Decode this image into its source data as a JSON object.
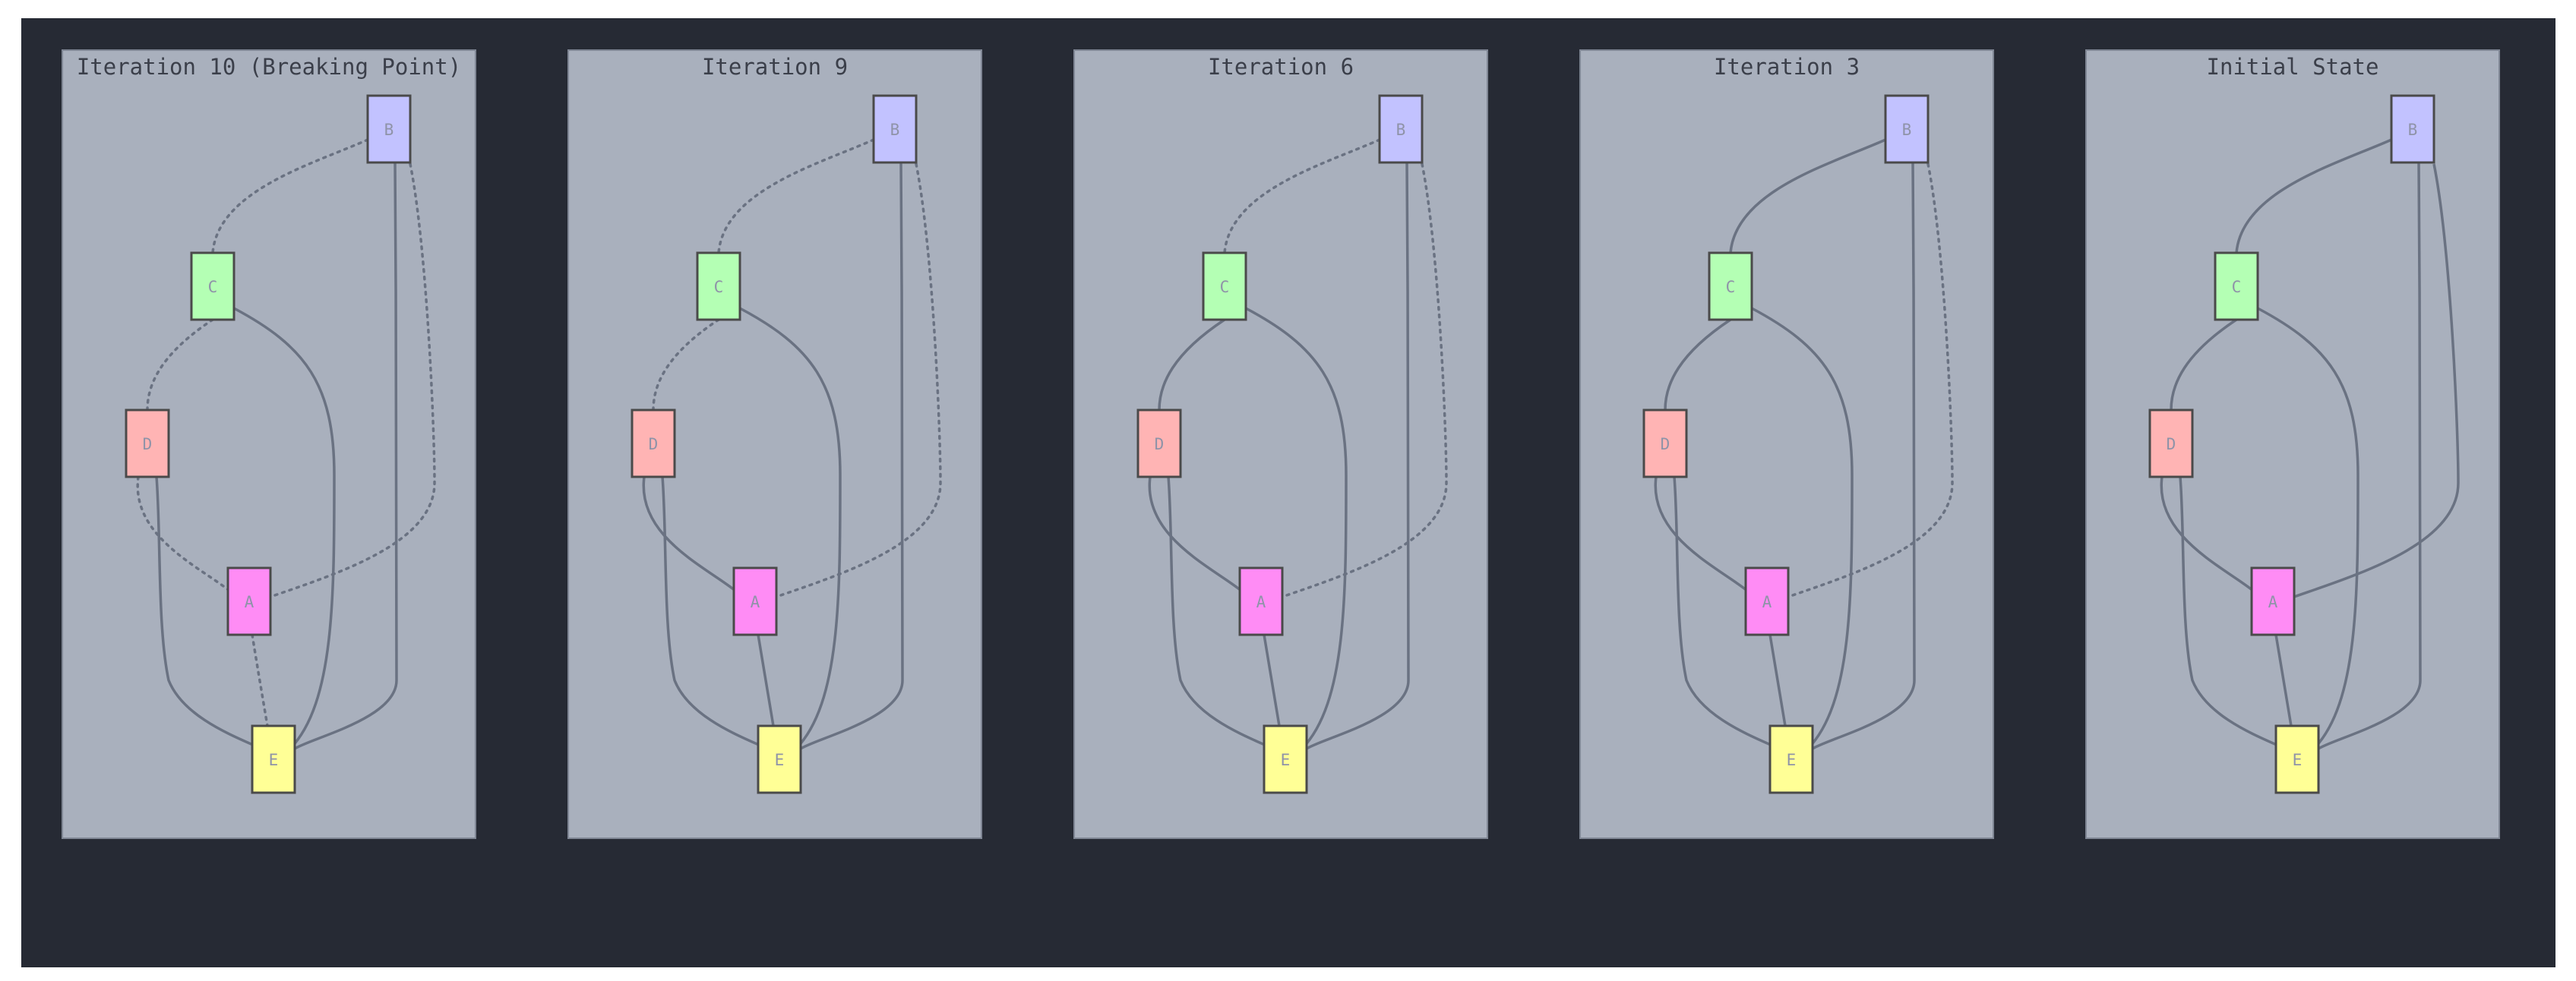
{
  "colors": {
    "background": "#262a34",
    "panel": "#a9b0bd",
    "panel_border": "#7f8694",
    "edge": "#6a7282",
    "node_stroke": "#4a4a4a",
    "label": "#8f93a8"
  },
  "node_colors": {
    "A": "#ff8cf5",
    "B": "#c2c2ff",
    "C": "#b4ffb4",
    "D": "#ffb4b4",
    "E": "#ffff96"
  },
  "panels": [
    {
      "title": "Iteration 10 (Breaking Point)",
      "edges": [
        {
          "from": "B",
          "to": "C",
          "style": "dotted"
        },
        {
          "from": "B",
          "to": "E",
          "style": "solid"
        },
        {
          "from": "B",
          "to": "A",
          "style": "dotted"
        },
        {
          "from": "C",
          "to": "D",
          "style": "dotted"
        },
        {
          "from": "C",
          "to": "E",
          "style": "solid"
        },
        {
          "from": "D",
          "to": "A",
          "style": "dotted"
        },
        {
          "from": "D",
          "to": "E",
          "style": "solid"
        },
        {
          "from": "A",
          "to": "E",
          "style": "dotted"
        }
      ]
    },
    {
      "title": "Iteration 9",
      "edges": [
        {
          "from": "B",
          "to": "C",
          "style": "dotted"
        },
        {
          "from": "B",
          "to": "E",
          "style": "solid"
        },
        {
          "from": "B",
          "to": "A",
          "style": "dotted"
        },
        {
          "from": "C",
          "to": "D",
          "style": "dotted"
        },
        {
          "from": "C",
          "to": "E",
          "style": "solid"
        },
        {
          "from": "D",
          "to": "A",
          "style": "solid"
        },
        {
          "from": "D",
          "to": "E",
          "style": "solid"
        },
        {
          "from": "A",
          "to": "E",
          "style": "solid"
        }
      ]
    },
    {
      "title": "Iteration 6",
      "edges": [
        {
          "from": "B",
          "to": "C",
          "style": "dotted"
        },
        {
          "from": "B",
          "to": "E",
          "style": "solid"
        },
        {
          "from": "B",
          "to": "A",
          "style": "dotted"
        },
        {
          "from": "C",
          "to": "D",
          "style": "solid"
        },
        {
          "from": "C",
          "to": "E",
          "style": "solid"
        },
        {
          "from": "D",
          "to": "A",
          "style": "solid"
        },
        {
          "from": "D",
          "to": "E",
          "style": "solid"
        },
        {
          "from": "A",
          "to": "E",
          "style": "solid"
        }
      ]
    },
    {
      "title": "Iteration 3",
      "edges": [
        {
          "from": "B",
          "to": "C",
          "style": "solid"
        },
        {
          "from": "B",
          "to": "E",
          "style": "solid"
        },
        {
          "from": "B",
          "to": "A",
          "style": "dotted"
        },
        {
          "from": "C",
          "to": "D",
          "style": "solid"
        },
        {
          "from": "C",
          "to": "E",
          "style": "solid"
        },
        {
          "from": "D",
          "to": "A",
          "style": "solid"
        },
        {
          "from": "D",
          "to": "E",
          "style": "solid"
        },
        {
          "from": "A",
          "to": "E",
          "style": "solid"
        }
      ]
    },
    {
      "title": "Initial State",
      "edges": [
        {
          "from": "B",
          "to": "C",
          "style": "solid"
        },
        {
          "from": "B",
          "to": "E",
          "style": "solid"
        },
        {
          "from": "B",
          "to": "A",
          "style": "solid"
        },
        {
          "from": "C",
          "to": "D",
          "style": "solid"
        },
        {
          "from": "C",
          "to": "E",
          "style": "solid"
        },
        {
          "from": "D",
          "to": "A",
          "style": "solid"
        },
        {
          "from": "D",
          "to": "E",
          "style": "solid"
        },
        {
          "from": "A",
          "to": "E",
          "style": "solid"
        }
      ]
    }
  ]
}
